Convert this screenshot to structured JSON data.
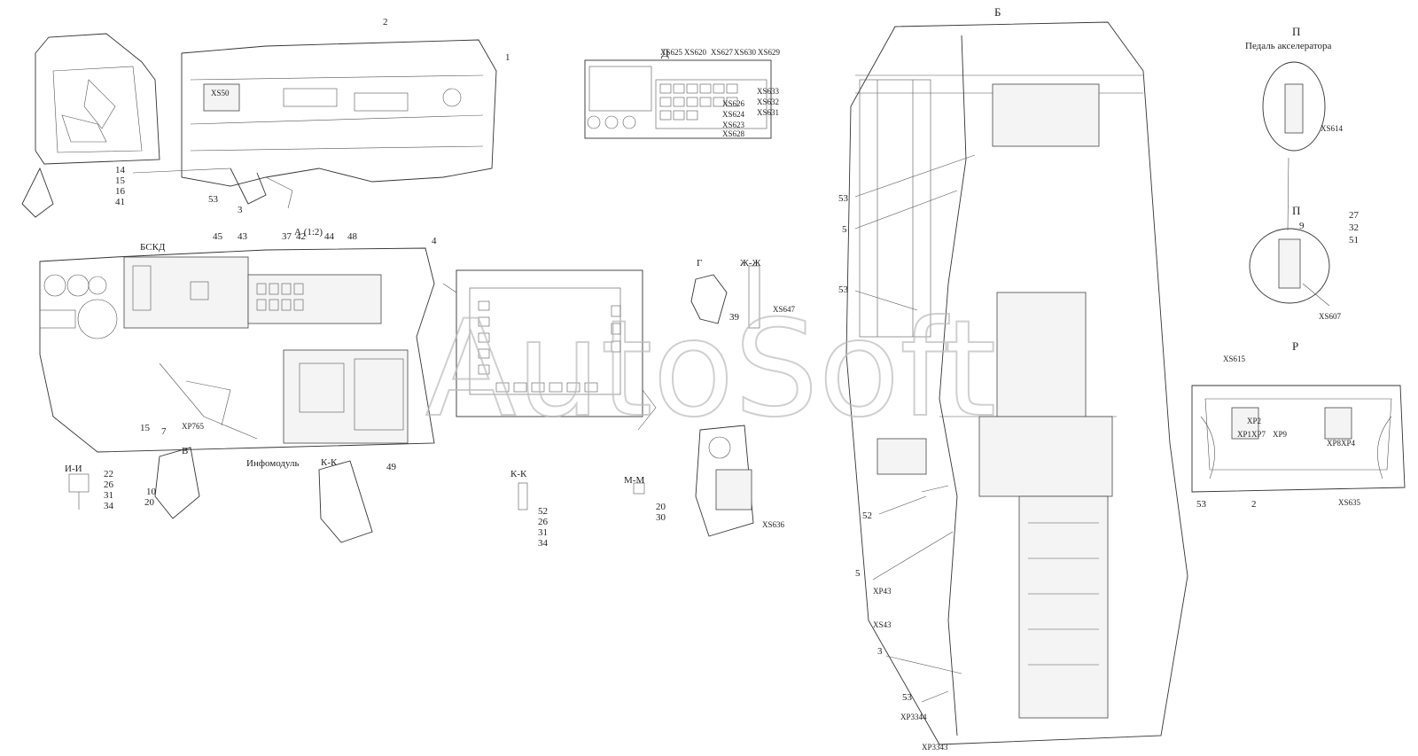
{
  "watermark": "AutoSoft",
  "views": {
    "b": "Б",
    "d": "Д",
    "p": "П",
    "p2": "П",
    "r": "Р",
    "a": "А (1:2)",
    "g": "Г",
    "zh": "Ж-Ж",
    "i": "И-И",
    "v": "В",
    "k": "К-К",
    "k2": "К-К",
    "m": "М-М"
  },
  "captions": {
    "pedal": "Педаль акселератора",
    "bskd": "БСКД",
    "infomodule": "Инфомодуль"
  },
  "connectors": [
    "XS625",
    "XS620",
    "XS627",
    "XS630",
    "XS629",
    "XS633",
    "XS632",
    "XS631",
    "XS626",
    "XS624",
    "XS623",
    "XS628",
    "XS614",
    "XS607",
    "XS615",
    "XP2",
    "XP1XP7",
    "XP9",
    "XP8XP4",
    "XS635",
    "XS647",
    "XS636",
    "XP765",
    "XP43",
    "XS43",
    "XP3344",
    "XP3343",
    "XS50"
  ],
  "numbers": {
    "n53a": "53",
    "n5a": "5",
    "n53b": "53",
    "n52": "52",
    "n5b": "5",
    "n3a": "3",
    "n53c": "53",
    "n3b": "3",
    "n14": "14",
    "n15": "15",
    "n16": "16",
    "n41": "41",
    "n53d": "53",
    "n45": "45",
    "n43": "43",
    "n37": "37",
    "n42": "42",
    "n44": "44",
    "n48": "48",
    "n4": "4",
    "n15b": "15",
    "n7": "7",
    "n49": "49",
    "n39": "39",
    "n22": "22",
    "n26": "26",
    "n31": "31",
    "n34": "34",
    "n10": "10",
    "n20": "20",
    "n20b": "20",
    "n30": "30",
    "n9": "9",
    "n27": "27",
    "n32": "32",
    "n51": "51",
    "n53r": "53",
    "n2r": "2",
    "n2": "2",
    "n1": "1",
    "n52k": "52",
    "n26k": "26",
    "n31k": "31",
    "n34k": "34"
  }
}
